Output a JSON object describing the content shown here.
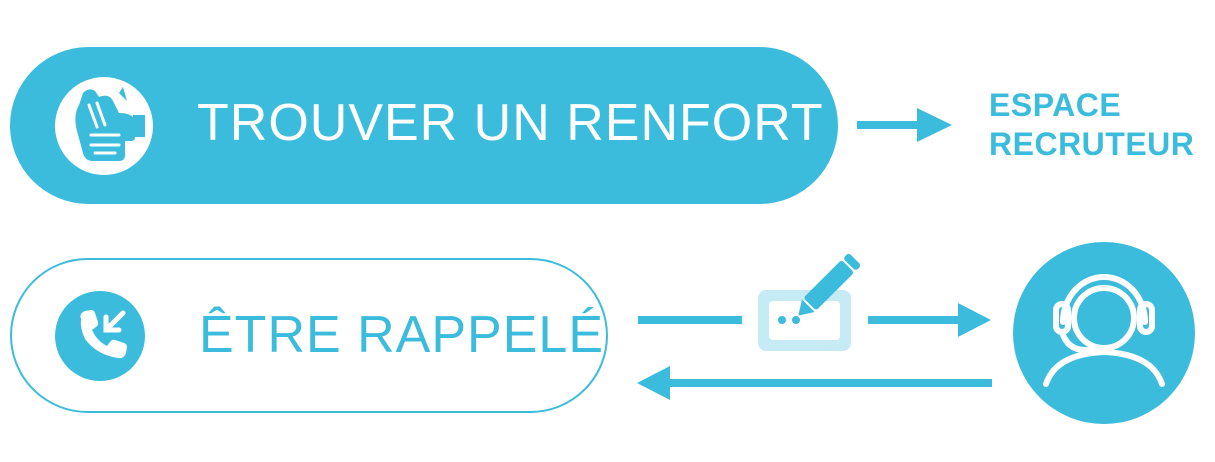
{
  "colors": {
    "accent": "#3cbcdc",
    "accent_light": "#c7ebf4",
    "white": "#ffffff"
  },
  "recruiter_button": {
    "label": "TROUVER UN RENFORT",
    "icon": "helping-hand-icon"
  },
  "callback_button": {
    "label": "ÊTRE RAPPELÉ",
    "icon": "incoming-call-icon"
  },
  "destination": {
    "line1": "ESPACE",
    "line2": "RECRUTEUR"
  },
  "icons": {
    "form": "form-edit-icon",
    "agent": "headset-agent-icon"
  }
}
